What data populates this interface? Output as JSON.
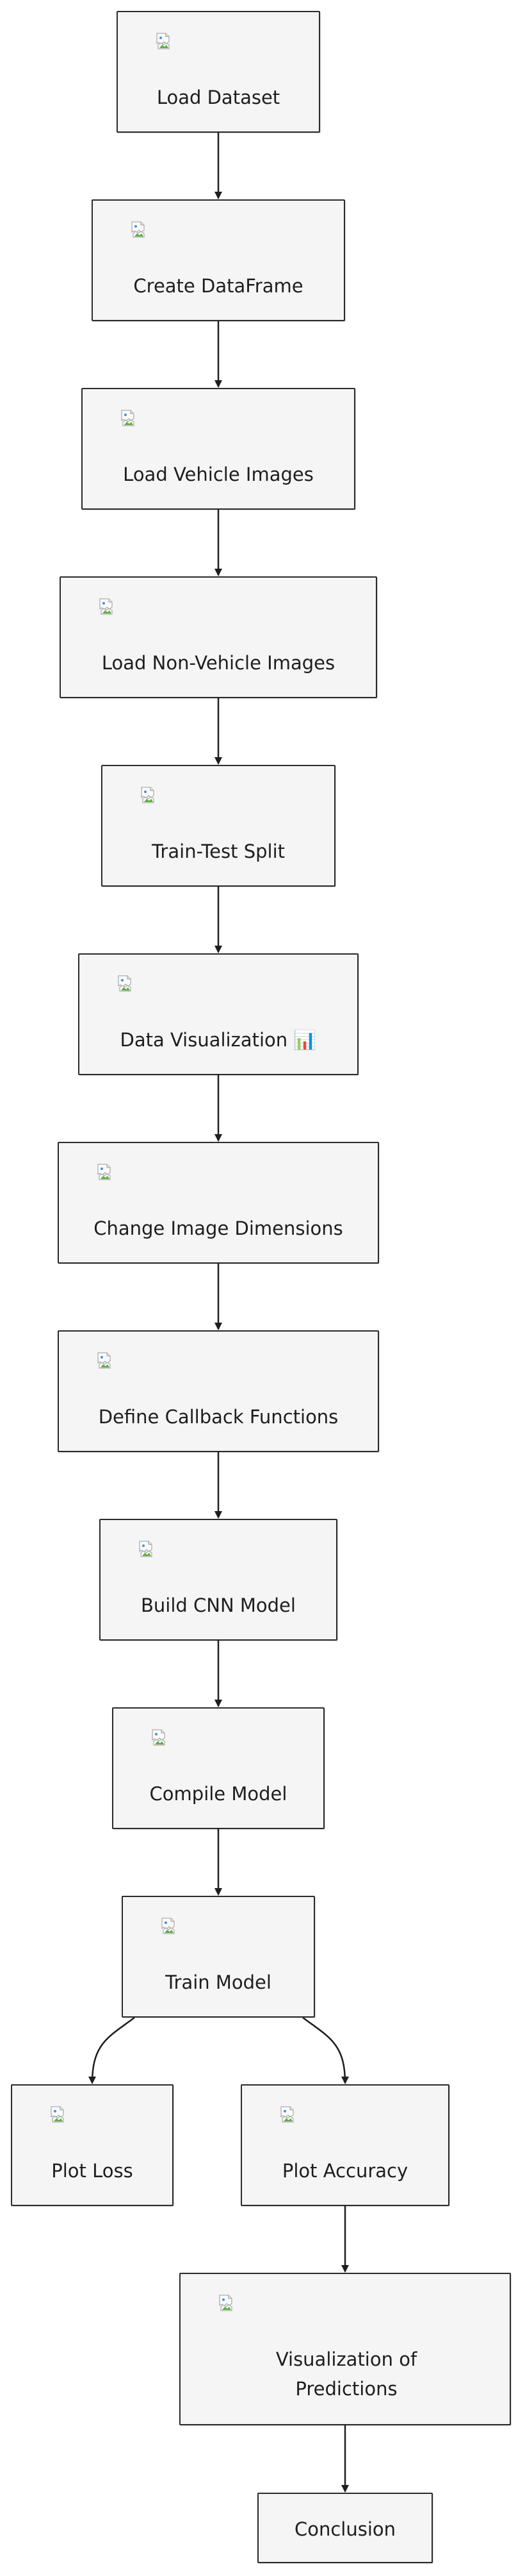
{
  "nodes": [
    {
      "id": "load-dataset",
      "label": "Load Dataset"
    },
    {
      "id": "create-dataframe",
      "label": "Create DataFrame"
    },
    {
      "id": "load-vehicle-images",
      "label": "Load Vehicle Images"
    },
    {
      "id": "load-non-vehicle-images",
      "label": "Load Non-Vehicle Images"
    },
    {
      "id": "train-test-split",
      "label": "Train-Test Split"
    },
    {
      "id": "data-visualization",
      "label": "Data Visualization 📊"
    },
    {
      "id": "change-image-dimensions",
      "label": "Change Image Dimensions"
    },
    {
      "id": "define-callback-functions",
      "label": "Define Callback Functions"
    },
    {
      "id": "build-cnn-model",
      "label": "Build CNN Model"
    },
    {
      "id": "compile-model",
      "label": "Compile Model"
    },
    {
      "id": "train-model",
      "label": "Train Model"
    },
    {
      "id": "plot-loss",
      "label": "Plot Loss"
    },
    {
      "id": "plot-accuracy",
      "label": "Plot Accuracy"
    },
    {
      "id": "visualization-of-predictions",
      "label": "Visualization of Predictions"
    },
    {
      "id": "conclusion",
      "label": "Conclusion"
    }
  ],
  "edges": [
    {
      "from": "load-dataset",
      "to": "create-dataframe"
    },
    {
      "from": "create-dataframe",
      "to": "load-vehicle-images"
    },
    {
      "from": "load-vehicle-images",
      "to": "load-non-vehicle-images"
    },
    {
      "from": "load-non-vehicle-images",
      "to": "train-test-split"
    },
    {
      "from": "train-test-split",
      "to": "data-visualization"
    },
    {
      "from": "data-visualization",
      "to": "change-image-dimensions"
    },
    {
      "from": "change-image-dimensions",
      "to": "define-callback-functions"
    },
    {
      "from": "define-callback-functions",
      "to": "build-cnn-model"
    },
    {
      "from": "build-cnn-model",
      "to": "compile-model"
    },
    {
      "from": "compile-model",
      "to": "train-model"
    },
    {
      "from": "train-model",
      "to": "plot-loss"
    },
    {
      "from": "train-model",
      "to": "plot-accuracy"
    },
    {
      "from": "plot-accuracy",
      "to": "visualization-of-predictions"
    },
    {
      "from": "visualization-of-predictions",
      "to": "conclusion"
    }
  ]
}
